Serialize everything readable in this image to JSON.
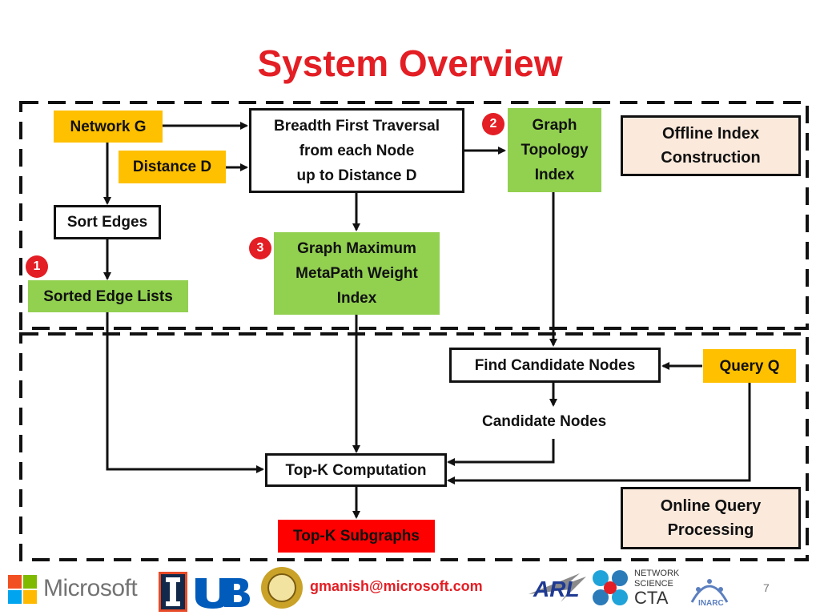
{
  "title": "System Overview",
  "nodes": {
    "network_g": "Network G",
    "distance_d": "Distance D",
    "bft_lines": [
      "Breadth First Traversal",
      "from each Node",
      "up to Distance D"
    ],
    "topology_lines": [
      "Graph",
      "Topology",
      "Index"
    ],
    "offline_lines": [
      "Offline Index",
      "Construction"
    ],
    "sort_edges": "Sort Edges",
    "max_weight_lines": [
      "Graph Maximum",
      "MetaPath Weight",
      "Index"
    ],
    "sorted_edge_lists": "Sorted Edge Lists",
    "find_candidates": "Find  Candidate Nodes",
    "query_q": "Query  Q",
    "candidate_nodes": "Candidate Nodes",
    "topk_computation": "Top-K Computation",
    "online_lines": [
      "Online Query",
      "Processing"
    ],
    "topk_subgraphs": "Top-K Subgraphs"
  },
  "badges": {
    "one": "1",
    "two": "2",
    "three": "3"
  },
  "footer": {
    "email": "gmanish@microsoft.com",
    "page_number": "7",
    "microsoft": "Microsoft",
    "network_science": [
      "NETWORK",
      "SCIENCE"
    ],
    "cta": "CTA",
    "arl": "ARL",
    "inarc": "INARC"
  },
  "colors": {
    "title_red": "#e31e24",
    "orange": "#ffc000",
    "green": "#92d050",
    "red": "#ff0000",
    "peach": "#fbe9dc"
  }
}
